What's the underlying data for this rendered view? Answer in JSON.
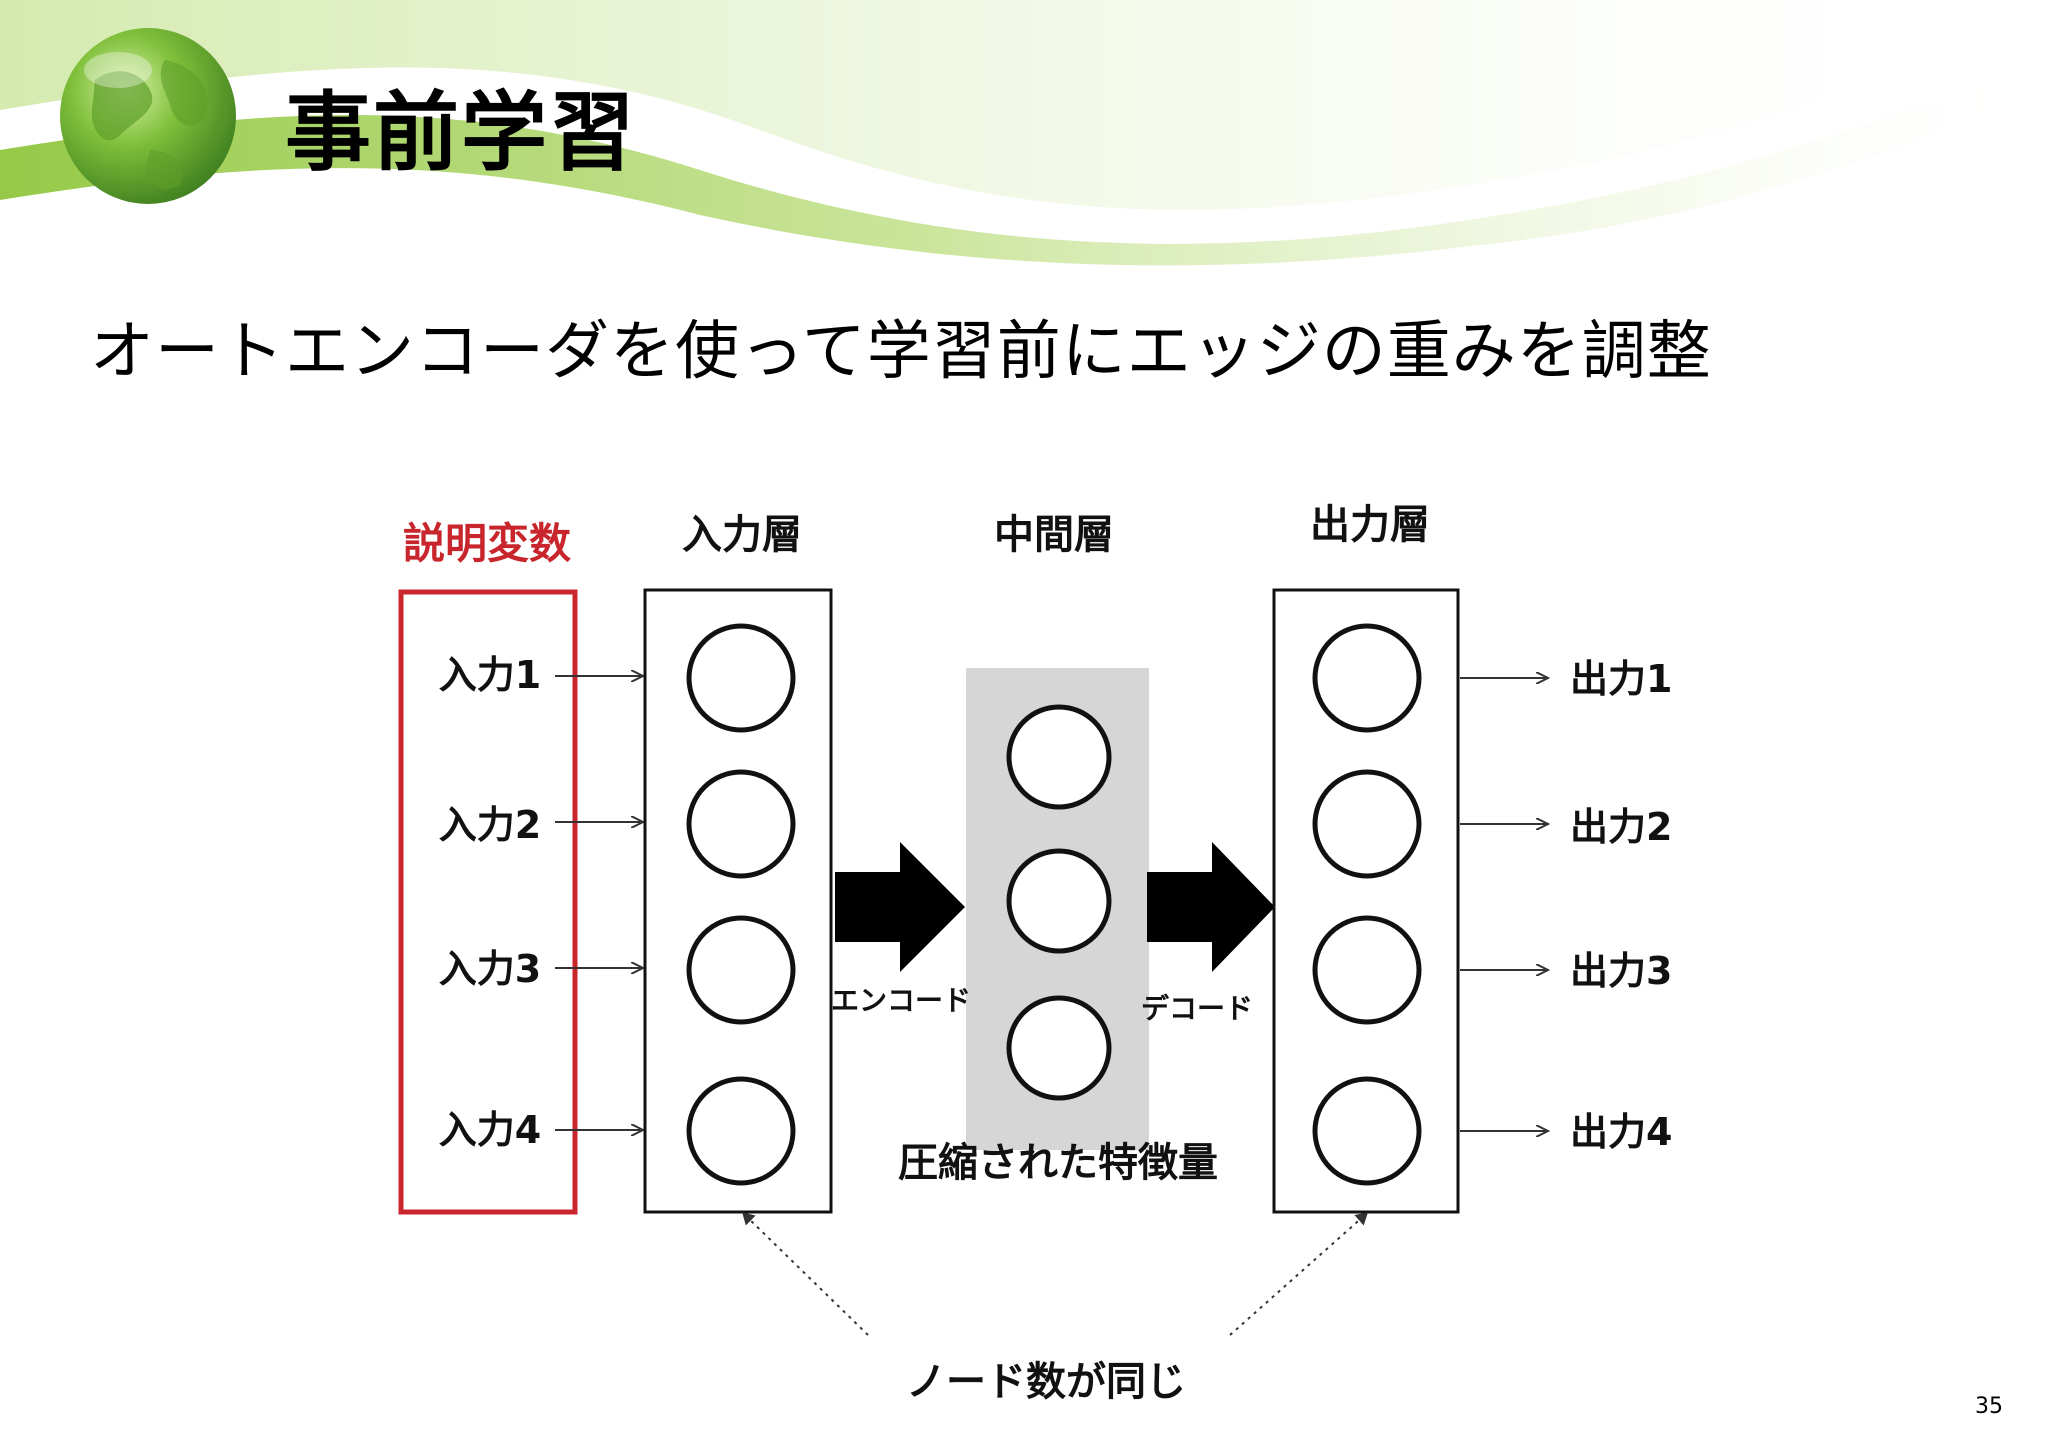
{
  "slide": {
    "title": "事前学習",
    "subtitle": "オートエンコーダを使って学習前にエッジの重みを調整",
    "page_number": "35"
  },
  "diagram": {
    "explanatory_label": "説明変数",
    "input_layer_label": "入力層",
    "middle_layer_label": "中間層",
    "output_layer_label": "出力層",
    "inputs": [
      "入力1",
      "入力2",
      "入力3",
      "入力4"
    ],
    "outputs": [
      "出力1",
      "出力2",
      "出力3",
      "出力4"
    ],
    "encode_label": "エンコード",
    "decode_label": "デコード",
    "compressed_label": "圧縮された特徴量",
    "same_nodes_label": "ノード数が同じ"
  },
  "colors": {
    "accent_red": "#c8262c",
    "header_green": "#9ccc4a",
    "middle_band": "#d6d6d6"
  }
}
